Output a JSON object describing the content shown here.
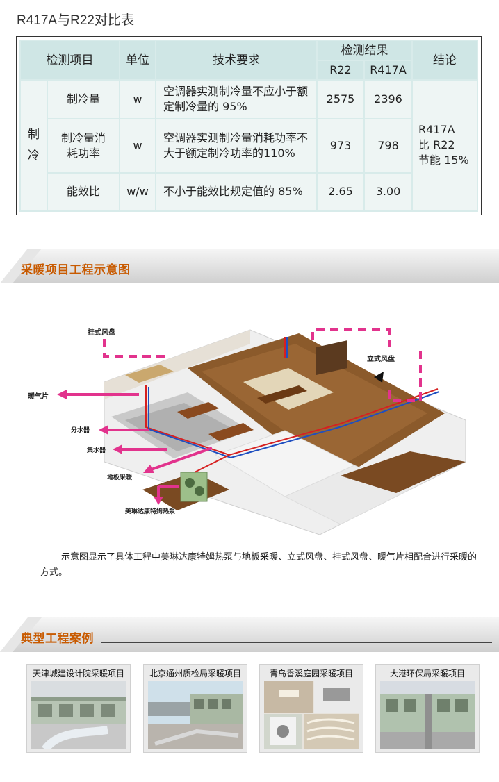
{
  "page_title": "R417A与R22对比表",
  "table": {
    "headers": {
      "item": "检测项目",
      "unit": "单位",
      "requirement": "技术要求",
      "result": "检测结果",
      "r22": "R22",
      "r417a": "R417A",
      "conclusion": "结论"
    },
    "group_label_1": "制",
    "group_label_2": "冷",
    "rows": [
      {
        "item": "制冷量",
        "unit": "w",
        "requirement": "空调器实测制冷量不应小于额定制冷量的 95%",
        "r22": "2575",
        "r417a": "2396"
      },
      {
        "item": "制冷量消耗功率",
        "unit": "w",
        "requirement": "空调器实测制冷量消耗功率不大于额定制冷功率的110%",
        "r22": "973",
        "r417a": "798"
      },
      {
        "item": "能效比",
        "unit": "w/w",
        "requirement": "不小于能效比规定值的 85%",
        "r22": "2.65",
        "r417a": "3.00"
      }
    ],
    "conclusion": {
      "line1": "R417A",
      "line2": "比 R22",
      "line3": "节能 15%"
    }
  },
  "section1": {
    "title": "采暖项目工程示意图"
  },
  "diagram": {
    "labels": {
      "wall_fan": "挂式风盘",
      "floor_fan": "立式风盘",
      "radiator": "暖气片",
      "water_divider": "分水器",
      "water_collector": "集水器",
      "floor_heating": "地板采暖",
      "heat_pump": "美琳达康特姆热泵"
    },
    "colors": {
      "arrow": "#e2338d",
      "floor": "#8b5a2b",
      "pipe_red": "#d62020",
      "pipe_blue": "#1f4fc0"
    }
  },
  "description": "示意图显示了具体工程中美琳达康特姆热泵与地板采暖、立式风盘、挂式风盘、暖气片相配合进行采暖的方式。",
  "section2": {
    "title": "典型工程案例"
  },
  "cases": [
    {
      "caption": "天津城建设计院采暖项目"
    },
    {
      "caption": "北京通州质检局采暖项目"
    },
    {
      "caption": "青岛香溪庭园采暖项目"
    },
    {
      "caption": "大港环保局采暖项目"
    }
  ]
}
